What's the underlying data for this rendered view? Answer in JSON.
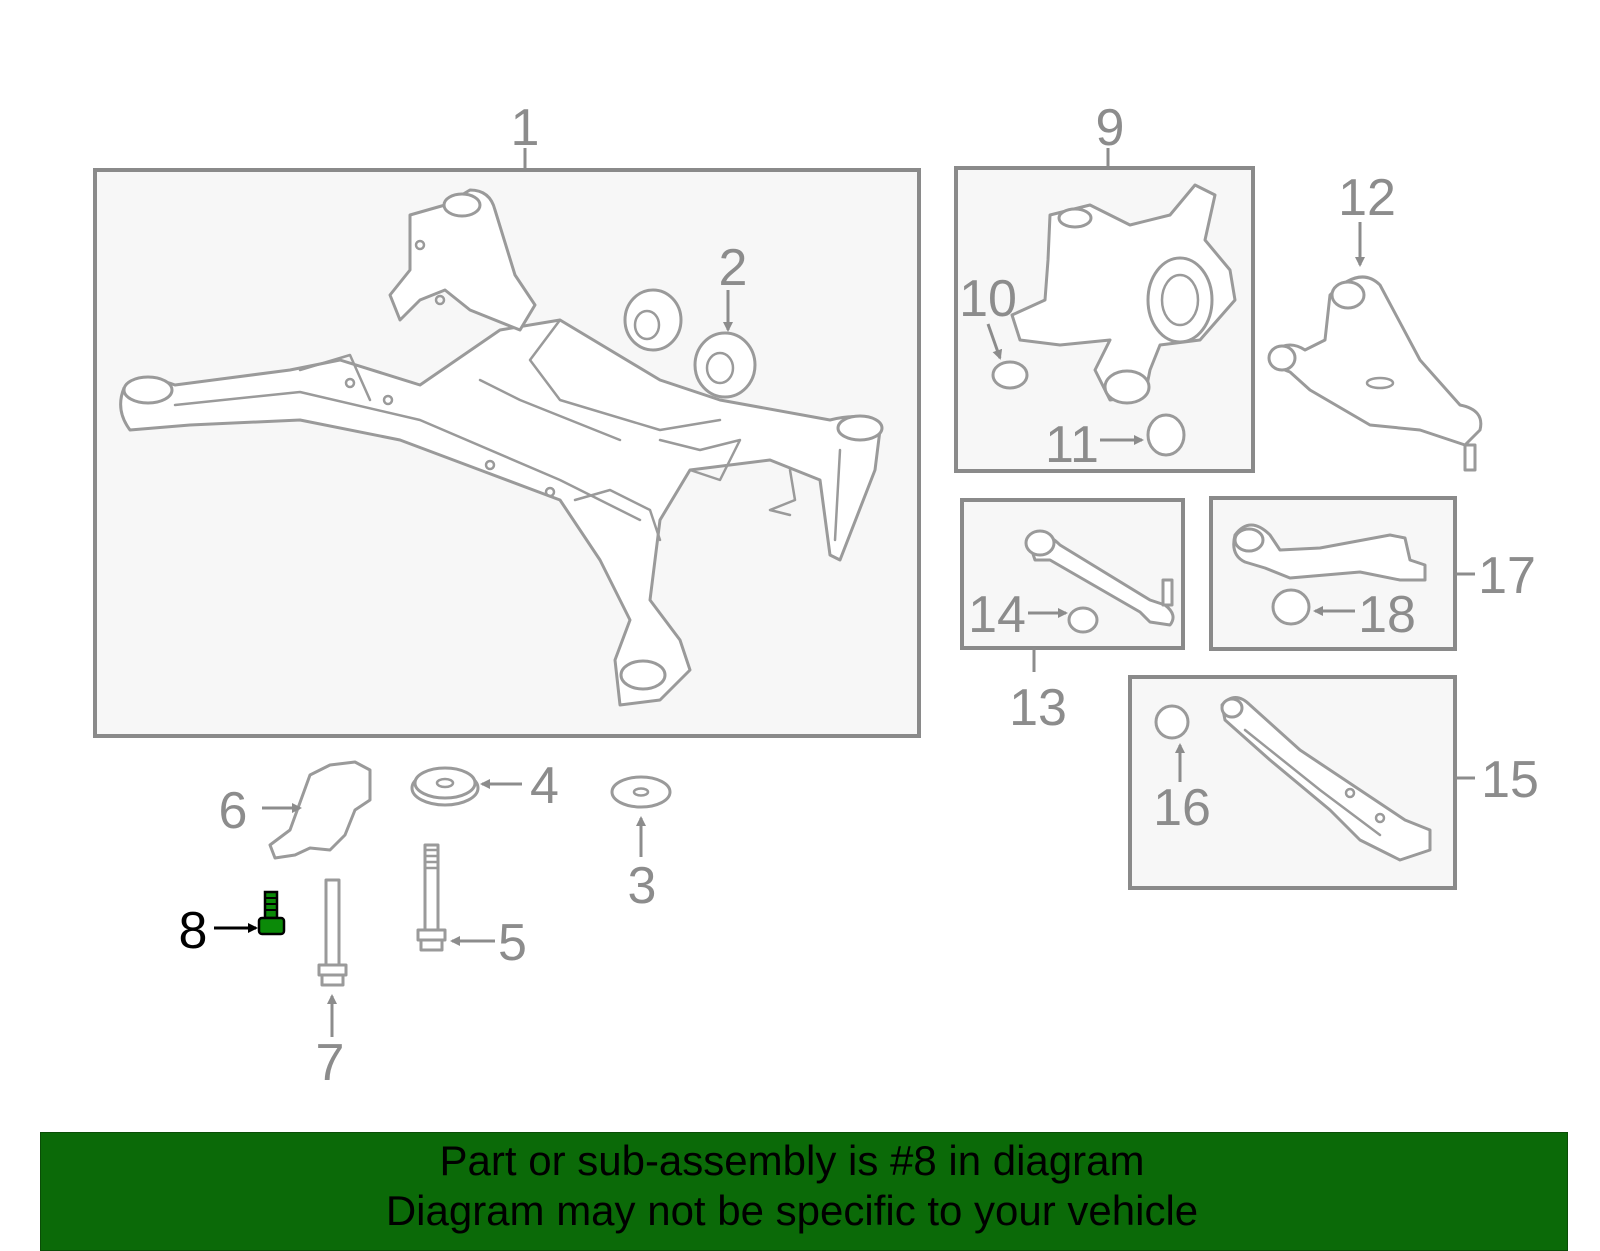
{
  "callouts": {
    "c1": "1",
    "c2": "2",
    "c3": "3",
    "c4": "4",
    "c5": "5",
    "c6": "6",
    "c7": "7",
    "c8": "8",
    "c9": "9",
    "c10": "10",
    "c11": "11",
    "c12": "12",
    "c13": "13",
    "c14": "14",
    "c15": "15",
    "c16": "16",
    "c17": "17",
    "c18": "18"
  },
  "highlight": {
    "callout": "8",
    "color": "#0b8a08"
  },
  "banner": {
    "line1": "Part or sub-assembly is #8 in diagram",
    "line2": "Diagram may not be specific to your vehicle",
    "background": "#0b6a08"
  },
  "colors": {
    "line_gray": "#8c8c8c",
    "box_fill": "#f7f7f7",
    "highlight_text": "#000000"
  }
}
